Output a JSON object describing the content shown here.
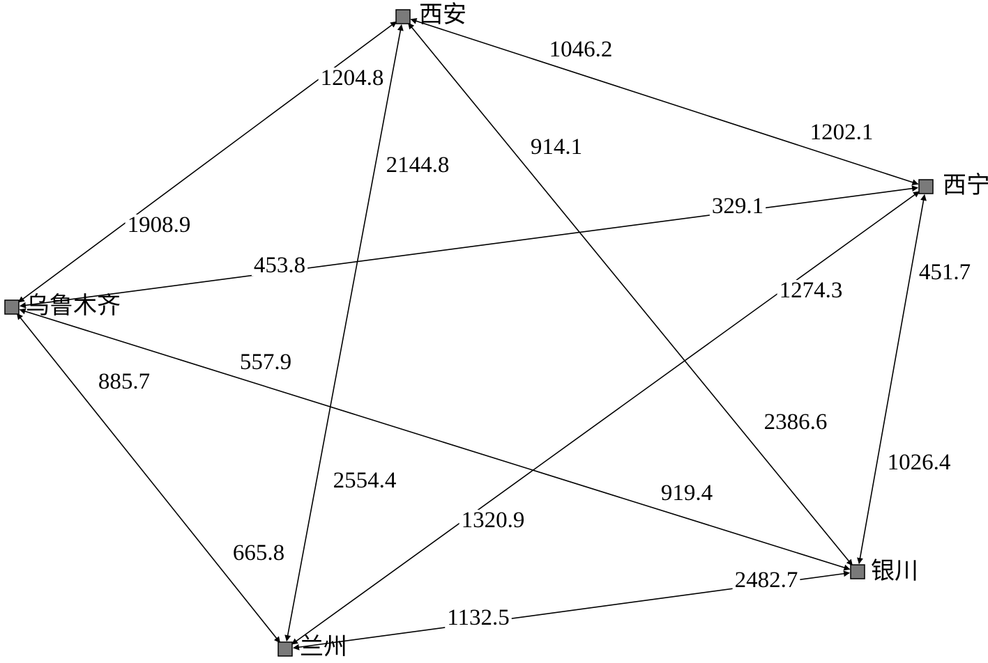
{
  "nodes": [
    {
      "id": "xian",
      "label": "西安"
    },
    {
      "id": "xining",
      "label": "西宁"
    },
    {
      "id": "urumqi",
      "label": "乌鲁木齐"
    },
    {
      "id": "yinchuan",
      "label": "银川"
    },
    {
      "id": "lanzhou",
      "label": "兰州"
    }
  ],
  "edges": [
    {
      "from": "urumqi",
      "to": "xian",
      "label_near_from": "1908.9",
      "label_near_to": "1204.8"
    },
    {
      "from": "xian",
      "to": "xining",
      "label_near_from": "1046.2",
      "label_near_to": "1202.1"
    },
    {
      "from": "xian",
      "to": "lanzhou",
      "label_near_from": "2144.8",
      "label_near_to": "2554.4"
    },
    {
      "from": "xian",
      "to": "yinchuan",
      "label_near_from": "914.1",
      "label_near_to": "2386.6"
    },
    {
      "from": "urumqi",
      "to": "xining",
      "label_near_from": "453.8",
      "label_near_to": "329.1"
    },
    {
      "from": "xining",
      "to": "lanzhou",
      "label_near_from": "1274.3",
      "label_near_to": "1320.9"
    },
    {
      "from": "xining",
      "to": "yinchuan",
      "label_near_from": "451.7",
      "label_near_to": "1026.4"
    },
    {
      "from": "urumqi",
      "to": "yinchuan",
      "label_near_from": "557.9",
      "label_near_to": "919.4"
    },
    {
      "from": "urumqi",
      "to": "lanzhou",
      "label_near_from": "885.7",
      "label_near_to": "665.8"
    },
    {
      "from": "lanzhou",
      "to": "yinchuan",
      "label_near_from": "1132.5",
      "label_near_to": "2482.7"
    }
  ]
}
